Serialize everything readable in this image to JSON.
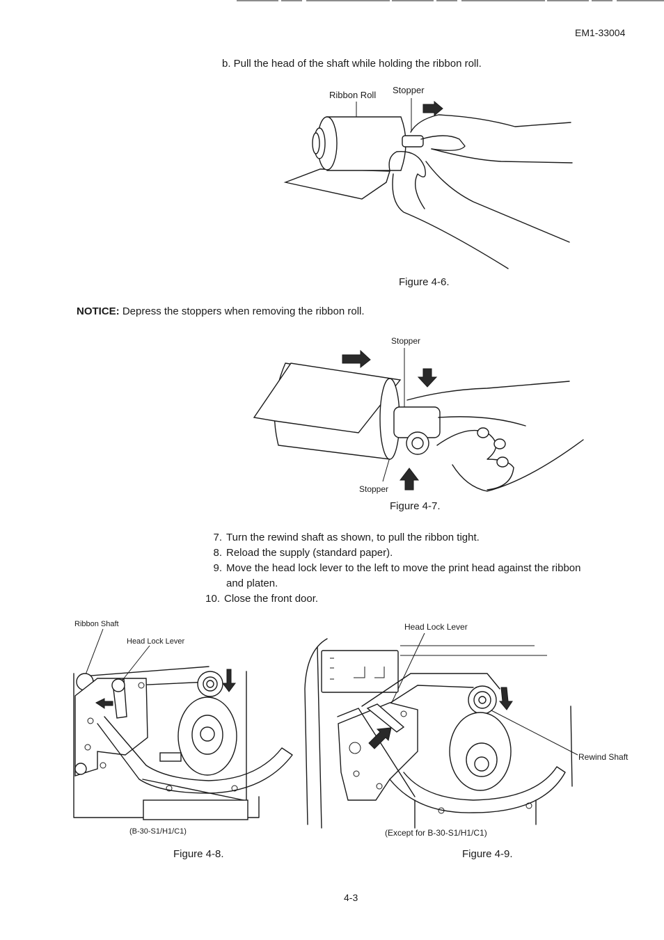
{
  "doc_id": "EM1-33004",
  "step_b": "b. Pull the head of the shaft while holding the ribbon roll.",
  "fig46": {
    "label_roll": "Ribbon Roll",
    "label_stopper": "Stopper",
    "caption": "Figure 4-6."
  },
  "notice": {
    "label": "NOTICE:",
    "text": "Depress the stoppers when removing the ribbon roll."
  },
  "fig47": {
    "label_stopper_top": "Stopper",
    "label_stopper_bottom": "Stopper",
    "caption": "Figure 4-7."
  },
  "steps": [
    {
      "num": "7.",
      "text": "Turn the rewind shaft as shown, to pull the ribbon tight."
    },
    {
      "num": "8.",
      "text": "Reload the supply (standard paper)."
    },
    {
      "num": "9.",
      "text": "Move the head lock lever to the left to move the print head against the ribbon",
      "text2": "and platen."
    },
    {
      "num": "10.",
      "text": "Close the front door."
    }
  ],
  "fig48": {
    "label_shaft": "Ribbon Shaft",
    "label_lever": "Head Lock Lever",
    "model": "(B-30-S1/H1/C1)",
    "caption": "Figure 4-8."
  },
  "fig49": {
    "label_lever": "Head Lock Lever",
    "label_rewind": "Rewind Shaft",
    "model": "(Except for B-30-S1/H1/C1)",
    "caption": "Figure 4-9."
  },
  "page_number": "4-3"
}
